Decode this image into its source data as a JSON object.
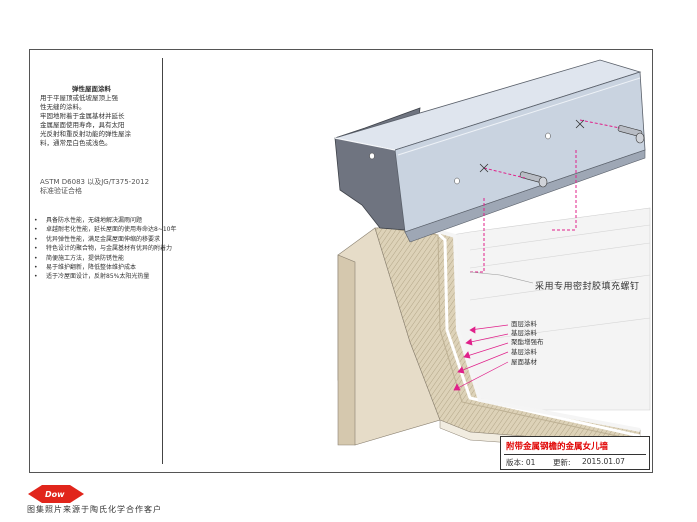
{
  "left_panel": {
    "title": "弹性屋面涂料",
    "description": [
      "用于平屋顶或低坡屋顶上强",
      "性无缝的涂料。",
      "牢固地附着于金属基材并延长",
      "金属屋面使用寿命，具有太阳",
      "光反射和重反射功能的弹性屋涂",
      "料，通常是白色或浅色。"
    ],
    "standard": [
      "ASTM D6083 以及JG/T375-2012",
      "标准验证合格"
    ],
    "features": [
      "具备防水性能，无缝地解决漏雨问题",
      "卓越耐老化性能，延长屋面的使用寿命达8~10年",
      "优异弹性性能，满足金属屋面伸缩的移要求",
      "特色设计的聚合物，与金属基材有优异的附着力",
      "简便施工方法，提供防锈性能",
      "易于维护翻新，降低整体维护成本",
      "适于冷屋面设计，反射85%太阳光热量"
    ]
  },
  "diagram": {
    "callout_main": "采用专用密封胶填充螺钉",
    "layers": [
      "面层涂料",
      "基层涂料",
      "聚酯增强布",
      "基层涂料",
      "屋面基材"
    ],
    "colors": {
      "accent": "#e0208a",
      "metal": "#c9d3e0",
      "metal_dark": "#6f7480",
      "wall": "#e2d7c2",
      "fabric": "#d8cdb5"
    }
  },
  "title_block": {
    "title": "附带金属钢檐的金属女儿墙",
    "version": "版本: 01",
    "updated_label": "更新:",
    "date": "2015.01.07"
  },
  "brand": {
    "logo": "Dow",
    "logo_color": "#e1251b",
    "logo_icon": "dow-diamond-logo"
  },
  "footer": "图集照片来源于陶氏化学合作客户"
}
